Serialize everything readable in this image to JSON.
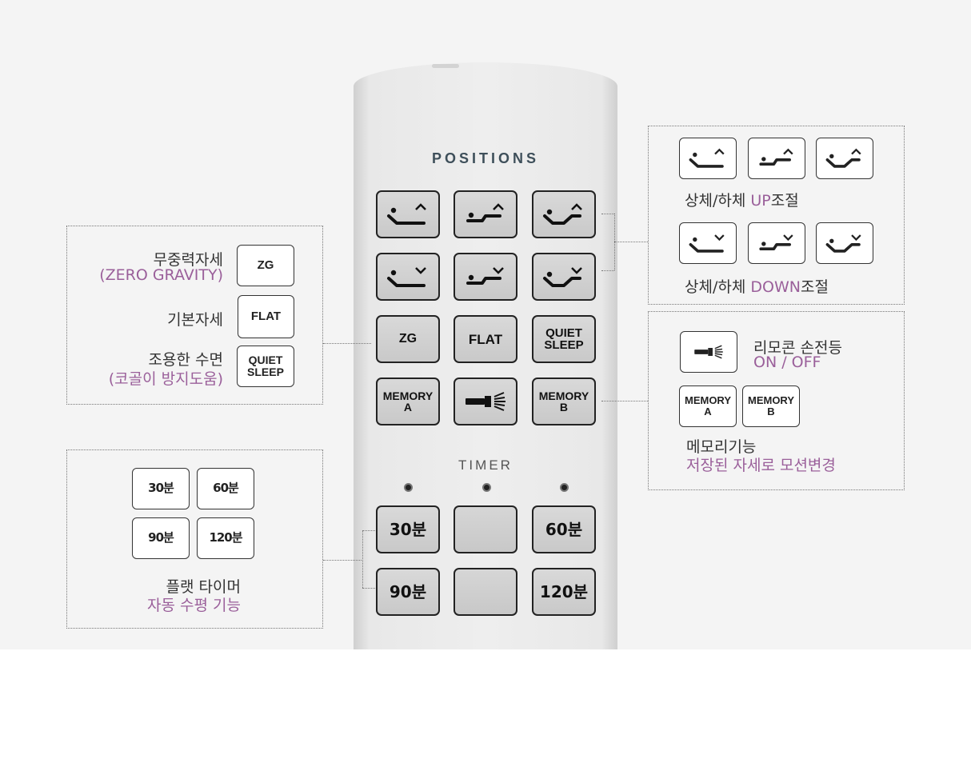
{
  "remote": {
    "positions_label": "POSITIONS",
    "timer_label": "TIMER",
    "buttons": {
      "zg": "ZG",
      "flat": "FLAT",
      "quiet_1": "QUIET",
      "quiet_2": "SLEEP",
      "memory_a_1": "MEMORY",
      "memory_a_2": "A",
      "memory_b_1": "MEMORY",
      "memory_b_2": "B",
      "t30": "30분",
      "t60": "60분",
      "t90": "90분",
      "t120": "120분"
    }
  },
  "left_box": {
    "zg_title": "무중력자세",
    "zg_sub": "(ZERO GRAVITY)",
    "zg_btn": "ZG",
    "flat_title": "기본자세",
    "flat_btn": "FLAT",
    "quiet_title": "조용한 수면",
    "quiet_sub": "(코골이 방지도움)",
    "quiet_btn_1": "QUIET",
    "quiet_btn_2": "SLEEP"
  },
  "timer_box": {
    "b30": "30분",
    "b60": "60분",
    "b90": "90분",
    "b120": "120분",
    "title": "플랫 타이머",
    "sub": "자동 수평 기능"
  },
  "right_top_box": {
    "up_prefix": "상체/하체 ",
    "up_highlight": "UP",
    "up_suffix": "조절",
    "down_prefix": "상체/하체 ",
    "down_highlight": "DOWN",
    "down_suffix": "조절"
  },
  "right_bottom_box": {
    "light_title": "리모콘 손전등",
    "light_sub": "ON / OFF",
    "mem_a_1": "MEMORY",
    "mem_a_2": "A",
    "mem_b_1": "MEMORY",
    "mem_b_2": "B",
    "memory_title": "메모리기능",
    "memory_sub": "저장된 자세로 모션변경"
  },
  "colors": {
    "accent_purple": "#9a5f9a",
    "background": "#f4f4f4"
  }
}
